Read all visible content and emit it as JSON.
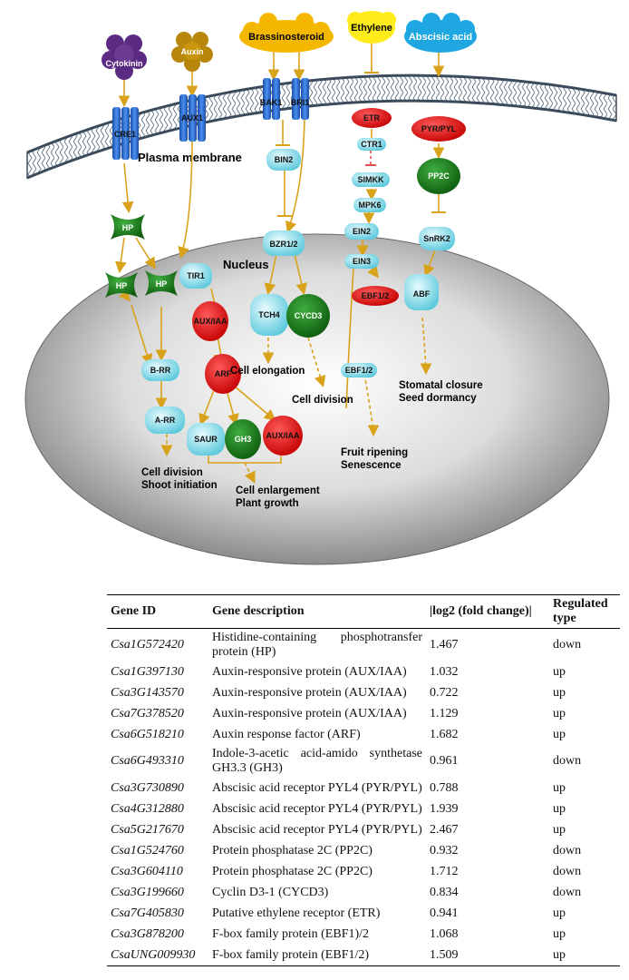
{
  "diagram": {
    "hormones": {
      "cytokinin": "Cytokinin",
      "auxin": "Auxin",
      "brassinosteroid": "Brassinosteroid",
      "ethylene": "Ethylene",
      "abscisic_acid": "Abscisic acid"
    },
    "labels": {
      "plasma_membrane": "Plasma membrane",
      "nucleus": "Nucleus"
    },
    "receptors": {
      "cre1": "CRE1",
      "aux1": "AUX1",
      "bak1": "BAK1",
      "bri1": "BRI1",
      "etr": "ETR",
      "pyr_pyl": "PYR/PYL"
    },
    "proteins": {
      "hp_top": "HP",
      "hp_left": "HP",
      "hp_right": "HP",
      "tir1": "TIR1",
      "aux_iaa_1": "AUX/IAA",
      "arf": "ARF",
      "saur": "SAUR",
      "gh3": "GH3",
      "aux_iaa_2": "AUX/IAA",
      "b_rr": "B-RR",
      "a_rr": "A-RR",
      "bin2": "BIN2",
      "bzr": "BZR1/2",
      "tch4": "TCH4",
      "cycd3": "CYCD3",
      "ctr1": "CTR1",
      "simkk": "SIMKK",
      "mpk6": "MPK6",
      "ein2": "EIN2",
      "ein3": "EIN3",
      "ebf_red": "EBF1/2",
      "ebf_cyan": "EBF1/2",
      "pp2c": "PP2C",
      "snrk2": "SnRK2",
      "abf": "ABF"
    },
    "outcomes": {
      "cell_division_1": "Cell division",
      "shoot_initiation": "Shoot initiation",
      "cell_enlargement": "Cell enlargement",
      "plant_growth": "Plant growth",
      "cell_elongation": "Cell elongation",
      "cell_division_2": "Cell division",
      "fruit_ripening": "Fruit ripening",
      "senescence": "Senescence",
      "stomatal_closure": "Stomatal closure",
      "seed_dormancy": "Seed dormancy"
    }
  },
  "table": {
    "headers": [
      "Gene ID",
      "Gene description",
      "|log2 (fold change)|",
      "Regulated type"
    ],
    "rows": [
      {
        "id": "Csa1G572420",
        "desc": "Histidine-containing phosphotransfer protein (HP)",
        "fc": "1.467",
        "type": "down",
        "tall": true
      },
      {
        "id": "Csa1G397130",
        "desc": "Auxin-responsive protein (AUX/IAA)",
        "fc": "1.032",
        "type": "up",
        "tall": false
      },
      {
        "id": "Csa3G143570",
        "desc": "Auxin-responsive protein (AUX/IAA)",
        "fc": "0.722",
        "type": "up",
        "tall": false
      },
      {
        "id": "Csa7G378520",
        "desc": "Auxin-responsive protein (AUX/IAA)",
        "fc": "1.129",
        "type": "up",
        "tall": false
      },
      {
        "id": "Csa6G518210",
        "desc": "Auxin response factor (ARF)",
        "fc": "1.682",
        "type": "up",
        "tall": false
      },
      {
        "id": "Csa6G493310",
        "desc": "Indole-3-acetic acid-amido synthetase GH3.3 (GH3)",
        "fc": "0.961",
        "type": "down",
        "tall": true
      },
      {
        "id": "Csa3G730890",
        "desc": "Abscisic acid receptor PYL4 (PYR/PYL)",
        "fc": "0.788",
        "type": "up",
        "tall": false
      },
      {
        "id": "Csa4G312880",
        "desc": "Abscisic acid receptor PYL4 (PYR/PYL)",
        "fc": "1.939",
        "type": "up",
        "tall": false
      },
      {
        "id": "Csa5G217670",
        "desc": "Abscisic acid receptor PYL4 (PYR/PYL)",
        "fc": "2.467",
        "type": "up",
        "tall": false
      },
      {
        "id": "Csa1G524760",
        "desc": "Protein phosphatase 2C (PP2C)",
        "fc": "0.932",
        "type": "down",
        "tall": false
      },
      {
        "id": "Csa3G604110",
        "desc": "Protein phosphatase 2C (PP2C)",
        "fc": "1.712",
        "type": "down",
        "tall": false
      },
      {
        "id": "Csa3G199660",
        "desc": "Cyclin D3-1 (CYCD3)",
        "fc": "0.834",
        "type": "down",
        "tall": false
      },
      {
        "id": "Csa7G405830",
        "desc": "Putative ethylene receptor (ETR)",
        "fc": "0.941",
        "type": "up",
        "tall": false
      },
      {
        "id": "Csa3G878200",
        "desc": "F-box family protein (EBF1)/2",
        "fc": "1.068",
        "type": "up",
        "tall": false
      },
      {
        "id": "CsaUNG009930",
        "desc": "F-box family protein (EBF1/2)",
        "fc": "1.509",
        "type": "up",
        "tall": false
      }
    ]
  },
  "colors": {
    "purple": "#5b2a82",
    "auxin_gold": "#b8860b",
    "brassinosteroid_yellow": "#f5b800",
    "ethylene_yellow": "#ffec1a",
    "aba_blue": "#1ea7e0",
    "receptor_blue": "#2a6fd6",
    "red": "#e01010",
    "green": "#1d7a1d",
    "cyan": "#8fe3f0",
    "arrow": "#d9a21b"
  }
}
